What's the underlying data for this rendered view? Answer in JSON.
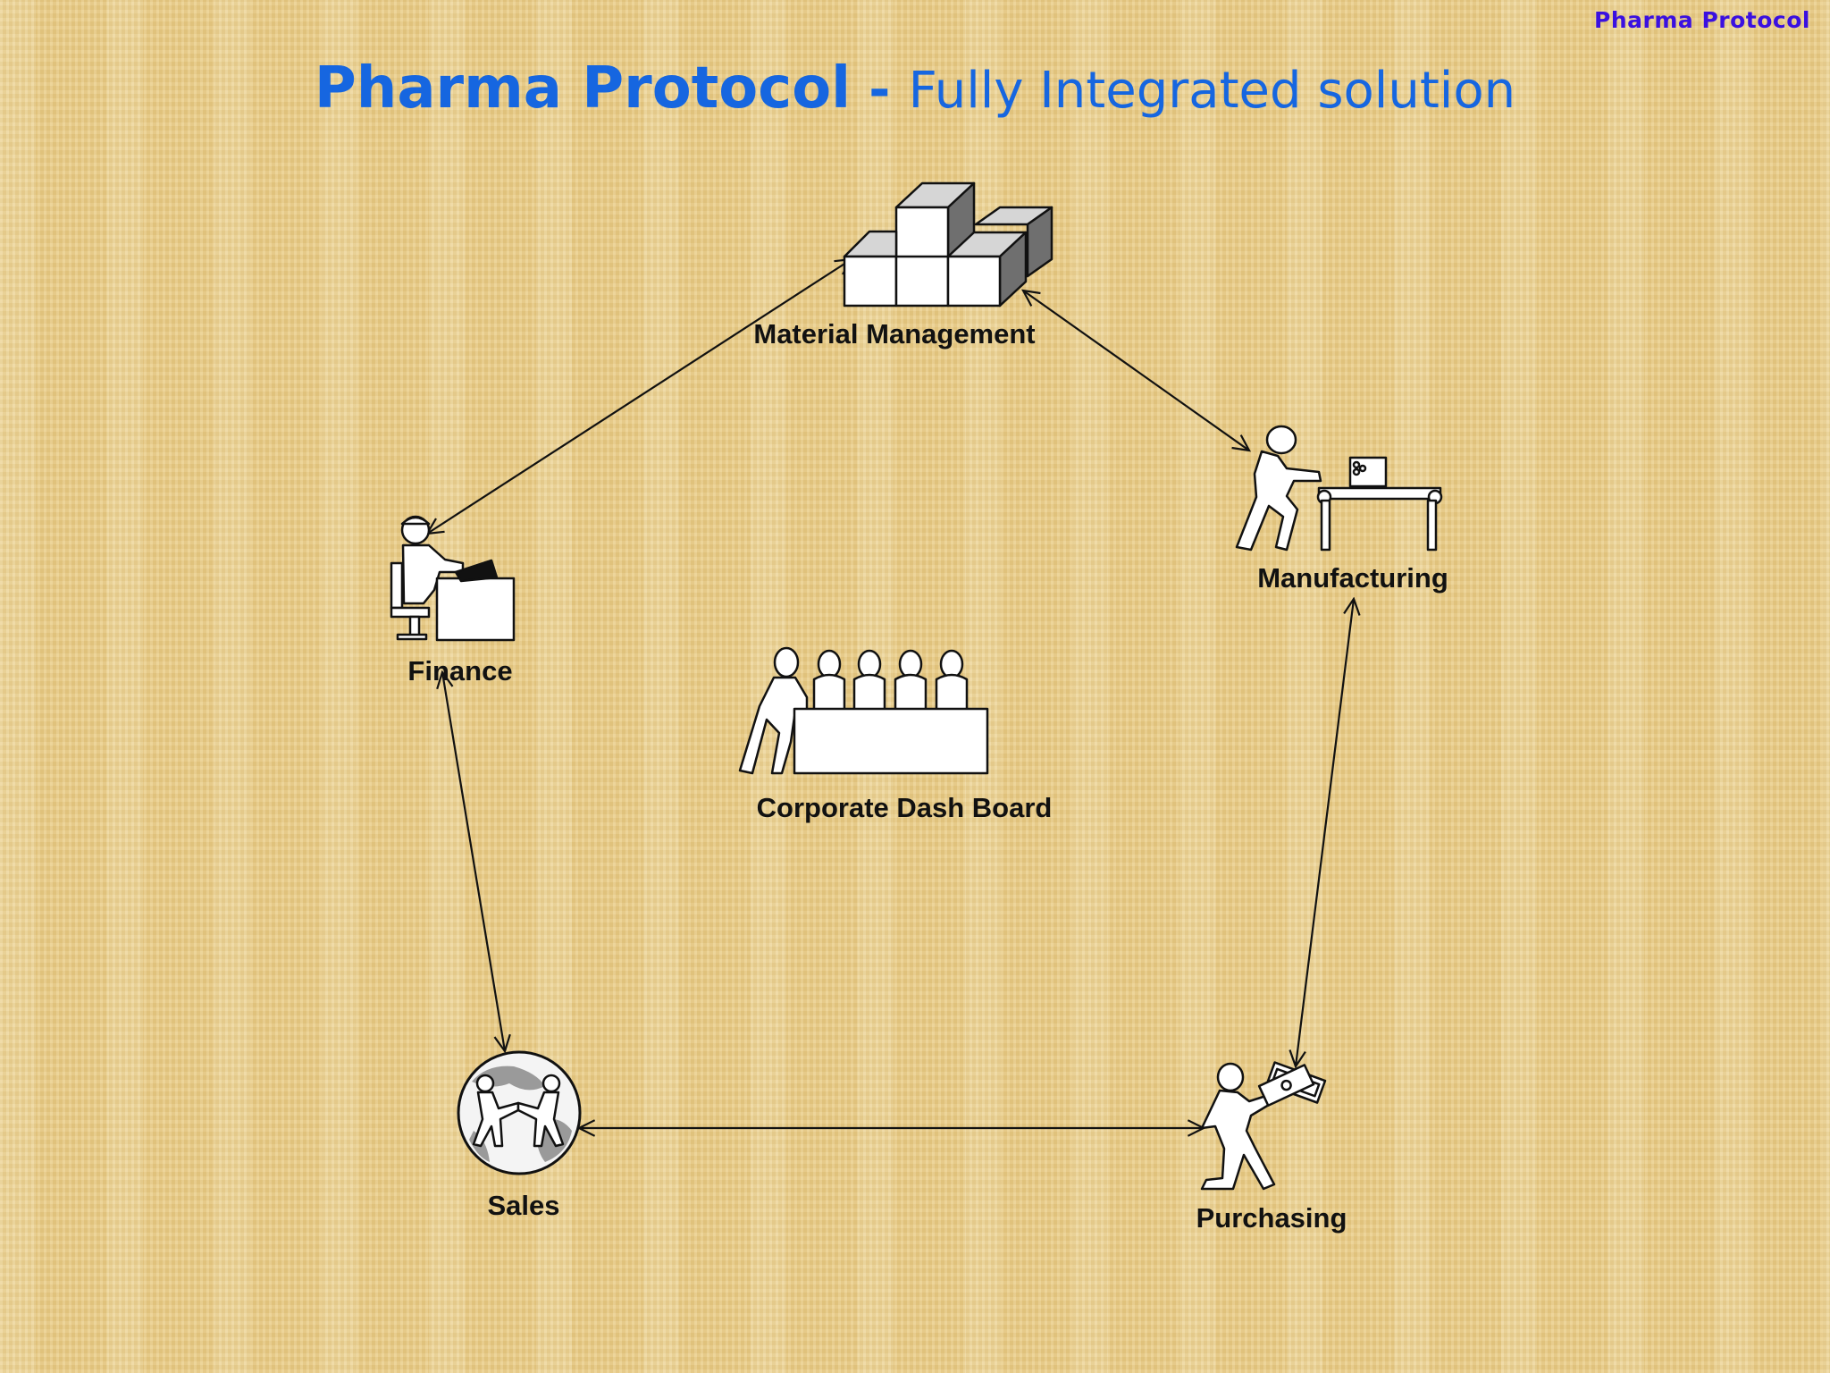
{
  "header": {
    "brand": "Pharma Protocol",
    "title_main": "Pharma Protocol",
    "title_sep": " - ",
    "title_sub": "Fully Integrated solution"
  },
  "nodes": {
    "material": {
      "label": "Material Management",
      "icon": "stacked-boxes-icon"
    },
    "manufacturing": {
      "label": "Manufacturing",
      "icon": "conveyor-worker-icon"
    },
    "finance": {
      "label": "Finance",
      "icon": "desk-worker-icon"
    },
    "dashboard": {
      "label": "Corporate Dash Board",
      "icon": "boardroom-meeting-icon"
    },
    "sales": {
      "label": "Sales",
      "icon": "globe-handshake-icon"
    },
    "purchasing": {
      "label": "Purchasing",
      "icon": "money-carrier-icon"
    }
  },
  "connections": [
    [
      "material",
      "finance"
    ],
    [
      "material",
      "manufacturing"
    ],
    [
      "finance",
      "sales"
    ],
    [
      "manufacturing",
      "purchasing"
    ],
    [
      "sales",
      "purchasing"
    ]
  ],
  "colors": {
    "title": "#1666e0",
    "brand": "#3a10e0",
    "stroke": "#111111"
  }
}
